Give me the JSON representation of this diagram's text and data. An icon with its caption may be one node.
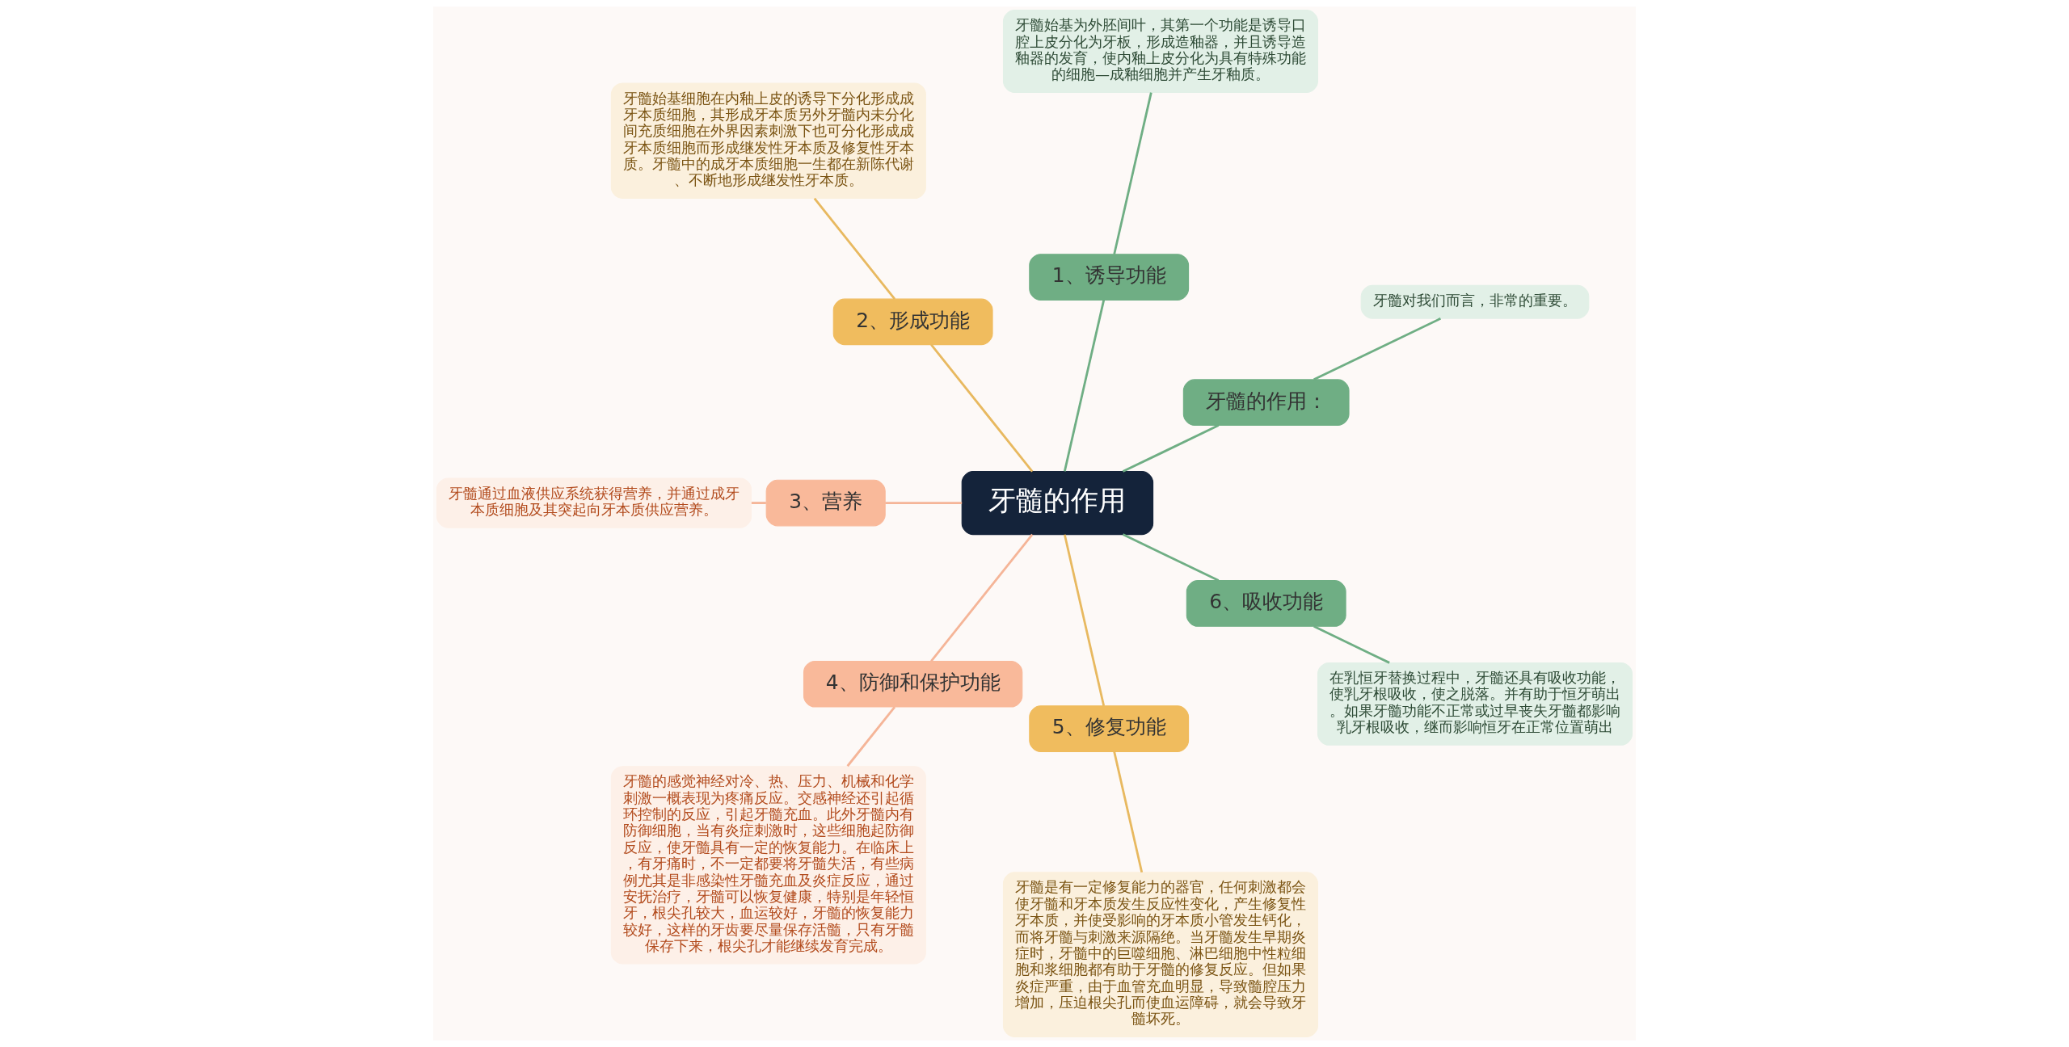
{
  "diagram": {
    "nodes": [
      {
        "text": [
          "牙髓的作用"
        ]
      },
      {
        "text": [
          "牙髓的作用："
        ]
      },
      {
        "text": [
          "牙髓对我们而言，非常的重要。"
        ]
      },
      {
        "text": [
          "1、诱导功能"
        ]
      },
      {
        "text": [
          "牙髓始基为外胚间叶，其第一个功能是诱导口腔上皮分化为牙板，形成造釉器，并且诱导造釉器的发育，使内釉上皮分化为具有特殊功能的细胞—成釉细胞并产生牙釉质。"
        ]
      },
      {
        "text": [
          "2、形成功能"
        ]
      },
      {
        "text": [
          "牙髓始基细胞在内釉上皮的诱导下分化形成成牙本质细胞，其形成牙本质另外牙髓内未分化间充质细胞在外界因素刺激下也可分化形成成牙本质细胞而形成继发性牙本质及修复性牙本质。牙髓中的成牙本质细胞一生都在新陈代谢、不断地形成继发性牙本质。"
        ]
      },
      {
        "text": [
          "3、营养"
        ]
      },
      {
        "text": [
          "牙髓通过血液供应系统获得营养，并通过成牙本质细胞及其突起向牙本质供应营养。"
        ]
      },
      {
        "text": [
          "4、防御和保护功能"
        ]
      },
      {
        "text": [
          "牙髓的感觉神经对冷、热、压力、机械和化学刺激一概表现为疼痛反应。交感神经还引起循环控制的反应，引起牙髓充血。此外牙髓内有防御细胞，当有炎症刺激时，这些细胞起防御反应，使牙髓具有一定的恢复能力。在临床上，有牙痛时，不一定都要将牙髓失活，有些病例尤其是非感染性牙髓充血及炎症反应，通过安抚治疗，牙髓可以恢复健康，特别是年轻恒牙，根尖孔较大，血运较好，牙髓的恢复能力较好，这样的牙齿要尽量保存活髓，只有牙髓保存下来，根尖孔才能继续发育完成。"
        ]
      },
      {
        "text": [
          "5、修复功能"
        ]
      },
      {
        "text": [
          "牙髓是有一定修复能力的器官，任何刺激都会使牙髓和牙本质发生反应性变化，产生修复性牙本质，并使受影响的牙本质小管发生钙化，而将牙髓与刺激来源隔绝。当牙髓发生早期炎症时，牙髓中的巨噬细胞、淋巴细胞中性粒细胞和浆细胞都有助于牙髓的修复反应。但如果炎症严重，由于血管充血明显，导致髓腔压力增加，压迫根尖孔而使血运障碍，就会导致牙髓坏死。"
        ]
      },
      {
        "text": [
          "6、吸收功能"
        ]
      },
      {
        "text": [
          "在乳恒牙替换过程中，牙髓还具有吸收功能，使乳牙根吸收，使之脱落。并有助于恒牙萌出。如果牙髓功能不正常或过早丧失牙髓都影响乳牙根吸收，继而影响恒牙在正常位置萌出"
        ]
      }
    ],
    "edges": [
      {
        "from": 0,
        "to": 1,
        "arrow": "none"
      },
      {
        "from": 1,
        "to": 2,
        "arrow": "none"
      },
      {
        "from": 0,
        "to": 3,
        "arrow": "none"
      },
      {
        "from": 3,
        "to": 4,
        "arrow": "none"
      },
      {
        "from": 0,
        "to": 5,
        "arrow": "none",
        "color": "#e8b960"
      },
      {
        "from": 5,
        "to": 6,
        "arrow": "none",
        "color": "#e8b960"
      },
      {
        "from": 0,
        "to": 7,
        "arrow": "none",
        "color": "#f5b598"
      },
      {
        "from": 7,
        "to": 8,
        "arrow": "none",
        "color": "#f5b598"
      },
      {
        "from": 0,
        "to": 9,
        "arrow": "none",
        "color": "#f5b598"
      },
      {
        "from": 9,
        "to": 10,
        "arrow": "none",
        "color": "#f5b598"
      },
      {
        "from": 0,
        "to": 11,
        "arrow": "none",
        "color": "#e8b960"
      },
      {
        "from": 11,
        "to": 12,
        "arrow": "none",
        "color": "#e8b960"
      },
      {
        "from": 0,
        "to": 13,
        "arrow": "none"
      },
      {
        "from": 13,
        "to": 14,
        "arrow": "none"
      }
    ]
  }
}
